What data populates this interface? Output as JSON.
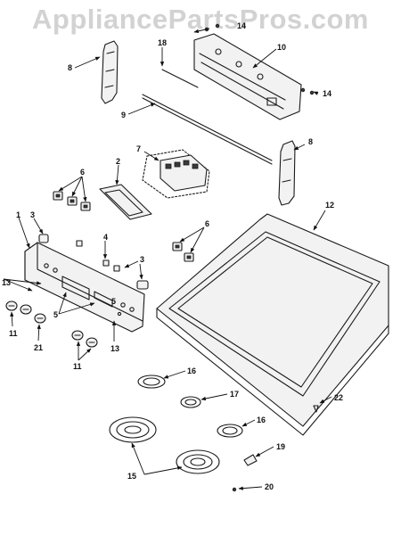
{
  "watermark": "AppliancePartsPros.com",
  "callouts": [
    "1",
    "2",
    "3",
    "3",
    "4",
    "5",
    "5",
    "6",
    "6",
    "7",
    "8",
    "8",
    "9",
    "10",
    "11",
    "11",
    "12",
    "13",
    "13",
    "14",
    "14",
    "15",
    "16",
    "16",
    "17",
    "18",
    "19",
    "20",
    "21",
    "22"
  ]
}
